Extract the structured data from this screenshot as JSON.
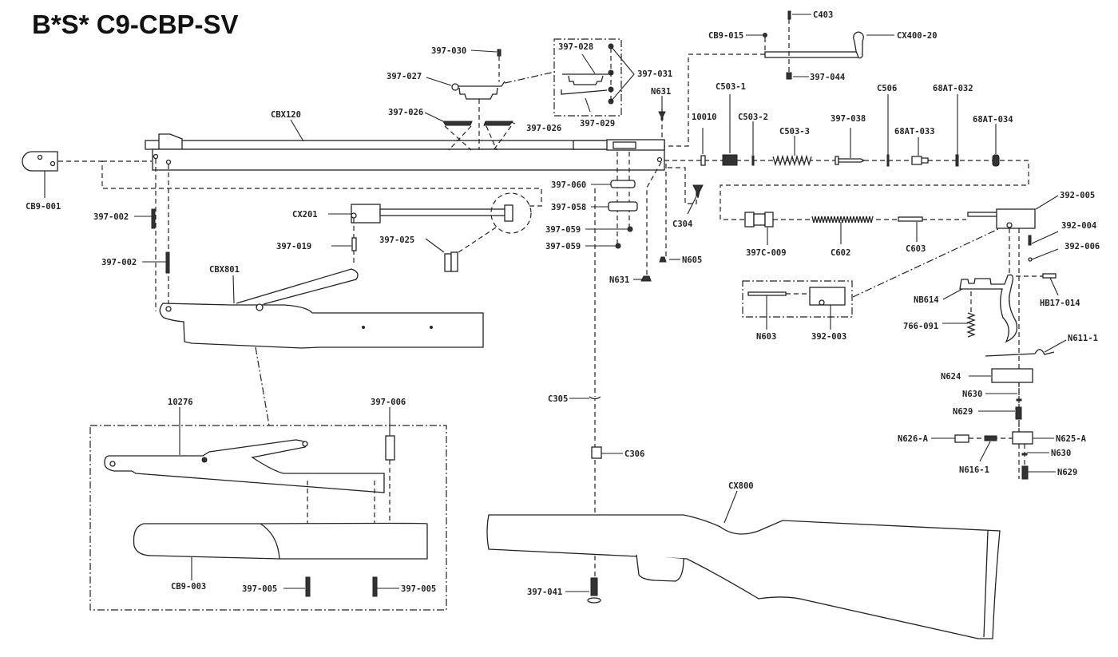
{
  "title": "B*S* C9-CBP-SV",
  "colors": {
    "ink": "#222222",
    "background": "#ffffff"
  },
  "parts": {
    "cb9_001": "CB9-001",
    "cbx120": "CBX120",
    "p397_030": "397-030",
    "p397_027": "397-027",
    "p397_028": "397-028",
    "p397_031": "397-031",
    "p397_029": "397-029",
    "p397_026a": "397-026",
    "p397_026b": "397-026",
    "n631_top": "N631",
    "c403": "C403",
    "cb9_015": "CB9-015",
    "cx400_20": "CX400-20",
    "p397_044": "397-044",
    "p10010": "10010",
    "c503_1": "C503-1",
    "c503_2": "C503-2",
    "c503_3": "C503-3",
    "p397_038": "397-038",
    "c506": "C506",
    "p68at_033": "68AT-033",
    "p68at_032": "68AT-032",
    "p68at_034": "68AT-034",
    "p397_060": "397-060",
    "p397_058": "397-058",
    "p397_059a": "397-059",
    "p397_059b": "397-059",
    "c304": "C304",
    "n605": "N605",
    "n631_mid": "N631",
    "p397_002a": "397-002",
    "p397_002b": "397-002",
    "cx201": "CX201",
    "p397_019": "397-019",
    "p397_025": "397-025",
    "cbx801": "CBX801",
    "p392_005": "392-005",
    "p392_004": "392-004",
    "p392_006": "392-006",
    "p397c_009": "397C-009",
    "c602": "C602",
    "c603": "C603",
    "n603": "N603",
    "p392_003": "392-003",
    "nb614": "NB614",
    "hb17_014": "HB17-014",
    "p766_091": "766-091",
    "n611_1": "N611-1",
    "n624": "N624",
    "n630a": "N630",
    "n629a": "N629",
    "n626_a": "N626-A",
    "n616_1": "N616-1",
    "n625_a": "N625-A",
    "n630b": "N630",
    "n629b": "N629",
    "p10276": "10276",
    "p397_006": "397-006",
    "cb9_003": "CB9-003",
    "p397_005a": "397-005",
    "p397_005b": "397-005",
    "c305": "C305",
    "c306": "C306",
    "cx800": "CX800",
    "p397_041": "397-041"
  }
}
